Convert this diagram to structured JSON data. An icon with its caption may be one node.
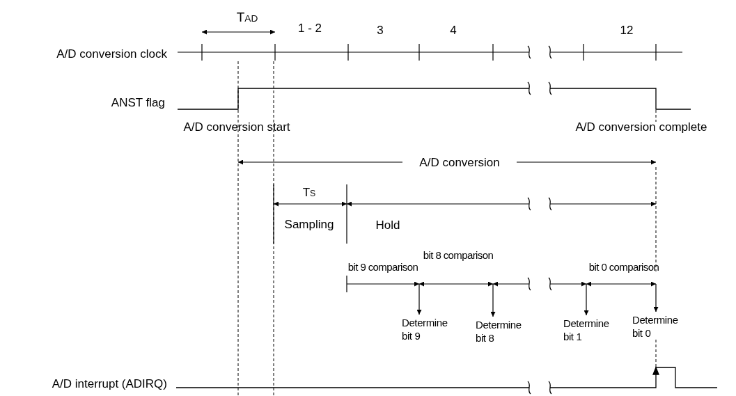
{
  "diagram": {
    "nodes": [
      {
        "text": [
          "Determine bit 9"
        ]
      },
      {
        "text": [
          "Determine bit 8"
        ]
      },
      {
        "text": [
          "Determine bit 1"
        ]
      },
      {
        "text": [
          "Determine bit 0"
        ]
      }
    ],
    "edges": [
      {
        "from": null,
        "to": 0,
        "arrow": "to"
      },
      {
        "from": null,
        "to": 1,
        "arrow": "to"
      },
      {
        "from": null,
        "to": 2,
        "arrow": "to"
      },
      {
        "from": null,
        "to": 3,
        "arrow": "to"
      }
    ],
    "labels": [
      "T$_{AD}$",
      "1 - 2",
      "3",
      "4",
      "12",
      "A/D conversion clock",
      "ANST flag",
      "A/D conversion start",
      "A/D conversion complete",
      "A/D conversion",
      "T$_{S}$",
      "Sampling",
      "Hold",
      "bit 8 comparison",
      "bit 9 comparison",
      "bit 0 comparison",
      "A/D interrupt (ADIRQ)"
    ]
  }
}
